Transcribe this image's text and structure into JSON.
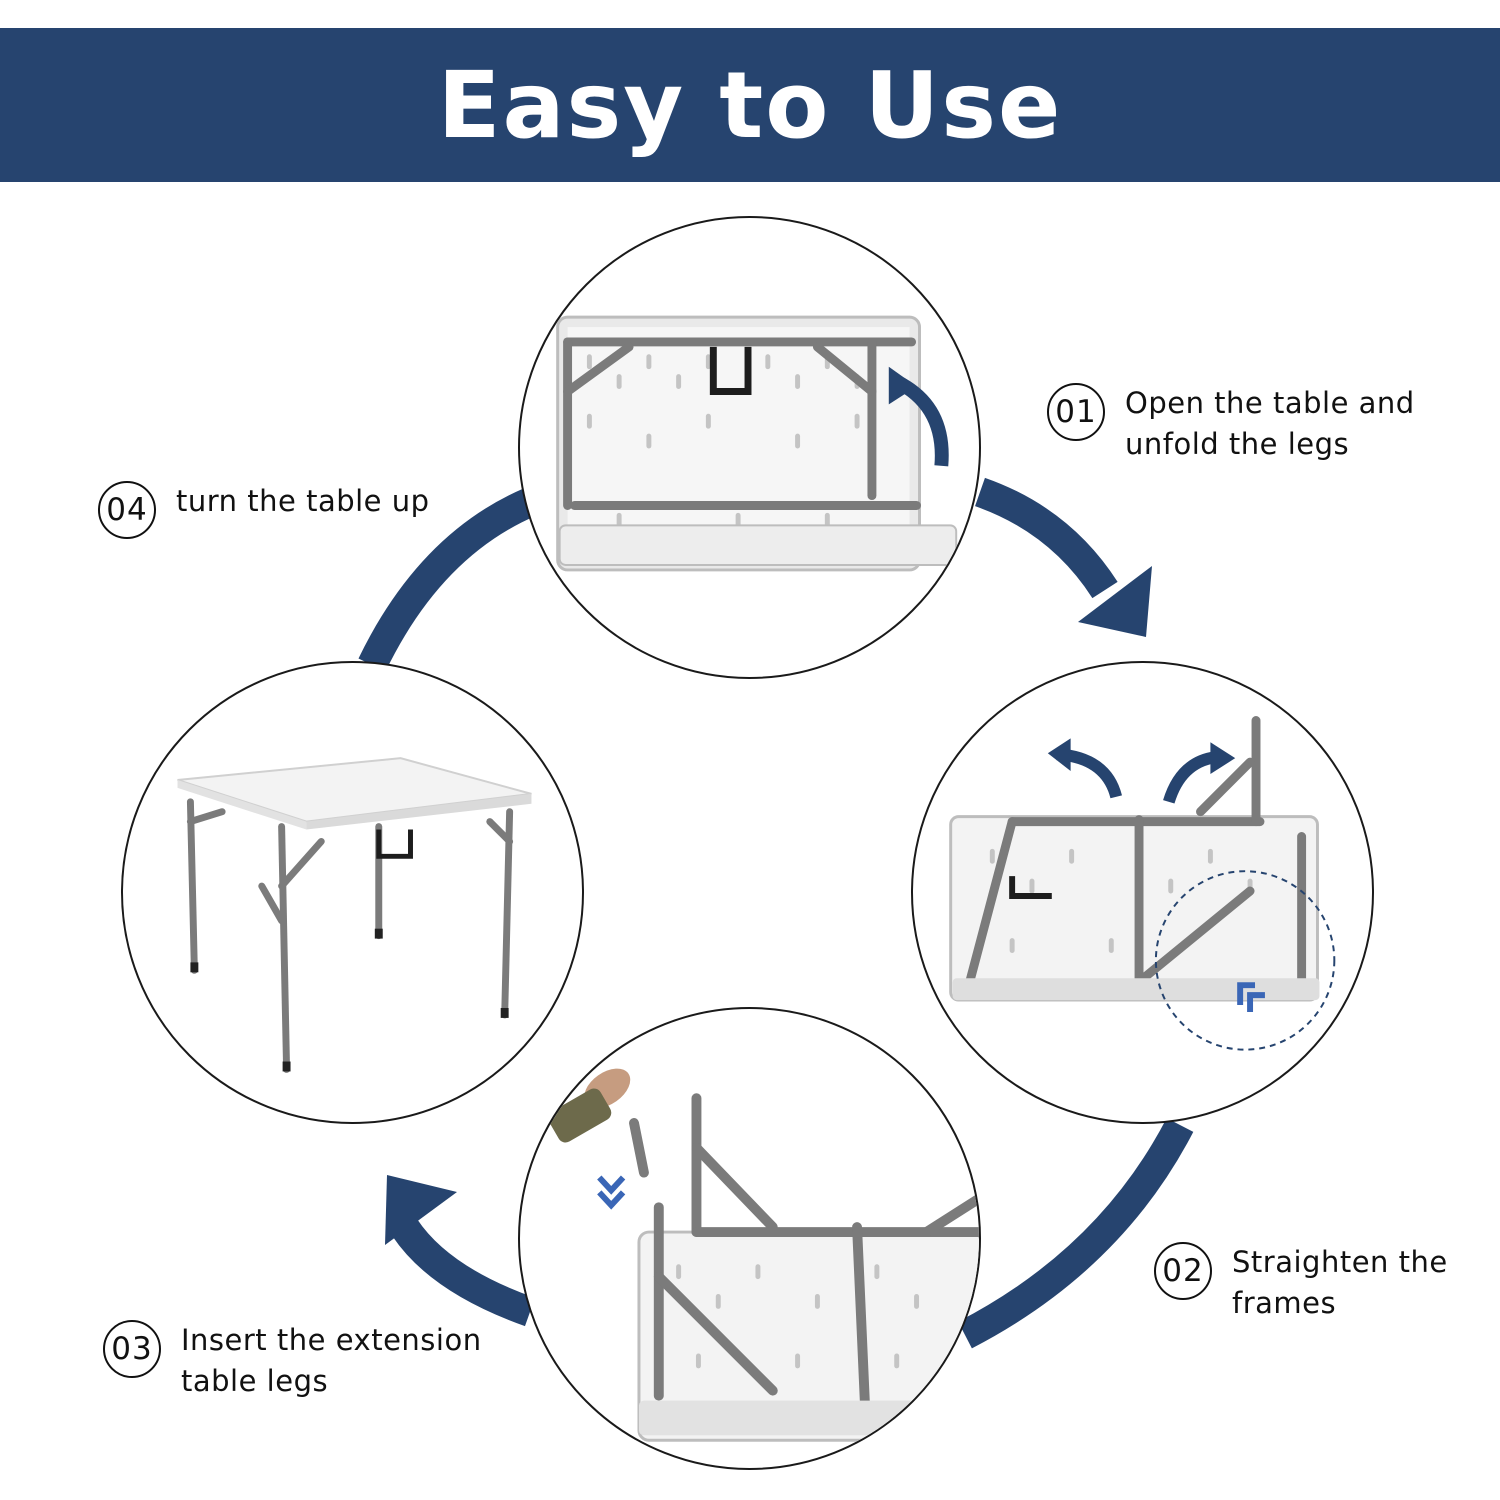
{
  "header": {
    "title": "Easy to Use"
  },
  "colors": {
    "navy": "#26446f",
    "leg_gray": "#7b7b7b",
    "tabletop": "#f3f3f3",
    "accent_blue": "#3a66b6"
  },
  "steps": [
    {
      "number": "01",
      "line1": "Open the table and",
      "line2": "unfold the legs"
    },
    {
      "number": "02",
      "line1": "Straighten the",
      "line2": "frames"
    },
    {
      "number": "03",
      "line1": "Insert the extension",
      "line2": "table legs"
    },
    {
      "number": "04",
      "line1": "turn the table up",
      "line2": ""
    }
  ]
}
